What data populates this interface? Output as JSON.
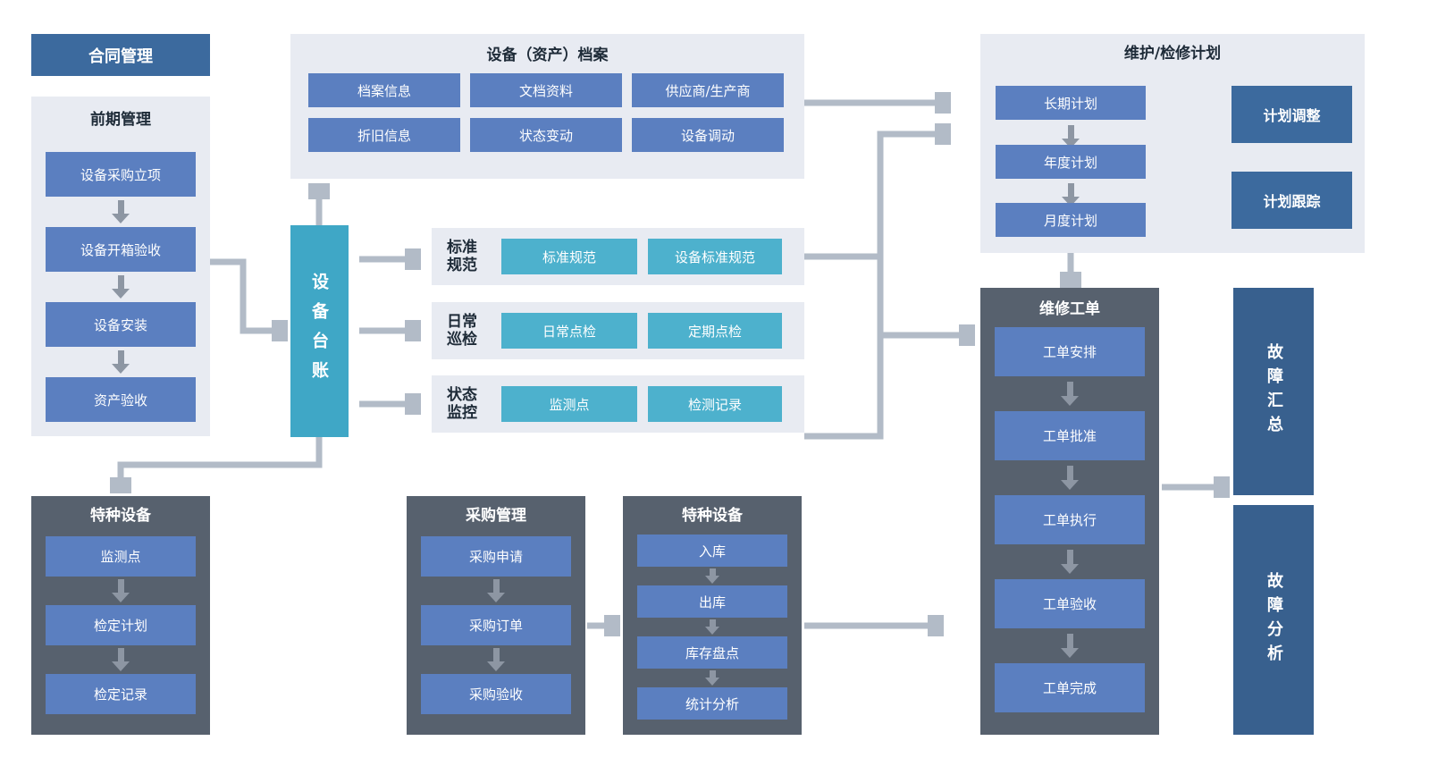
{
  "colors": {
    "panel_light": "#e8ebf2",
    "panel_dark": "#57616e",
    "box_blue": "#5b7fc0",
    "teal": "#3fa7c6",
    "teal_light": "#4db1cd",
    "header_blue": "#3c6a9e",
    "deep_blue": "#38608e",
    "arrow": "#b2bbc7",
    "small_arrow": "#8d96a3",
    "title_dark": "#1e2b38"
  },
  "contract": {
    "title": "合同管理"
  },
  "pre_mgmt": {
    "title": "前期管理",
    "items": [
      "设备采购立项",
      "设备开箱验收",
      "设备安装",
      "资产验收"
    ]
  },
  "asset_archive": {
    "title": "设备（资产）档案",
    "items": [
      "档案信息",
      "文档资料",
      "供应商/生产商",
      "折旧信息",
      "状态变动",
      "设备调动"
    ]
  },
  "ledger": {
    "title": "设备台账"
  },
  "ledger_rows": [
    {
      "label": "标准规范",
      "items": [
        "标准规范",
        "设备标准规范"
      ]
    },
    {
      "label": "日常巡检",
      "items": [
        "日常点检",
        "定期点检"
      ]
    },
    {
      "label": "状态监控",
      "items": [
        "监测点",
        "检测记录"
      ]
    }
  ],
  "maintenance_plan": {
    "title": "维护/检修计划",
    "items": [
      "长期计划",
      "年度计划",
      "月度计划"
    ],
    "side_items": [
      "计划调整",
      "计划跟踪"
    ]
  },
  "work_order": {
    "title": "维修工单",
    "items": [
      "工单安排",
      "工单批准",
      "工单执行",
      "工单验收",
      "工单完成"
    ]
  },
  "fault_summary": {
    "title": "故障汇总"
  },
  "fault_analysis": {
    "title": "故障分析"
  },
  "special_equipment": {
    "title": "特种设备",
    "items": [
      "监测点",
      "检定计划",
      "检定记录"
    ]
  },
  "procurement": {
    "title": "采购管理",
    "items": [
      "采购申请",
      "采购订单",
      "采购验收"
    ]
  },
  "spare_flow": {
    "title": "特种设备",
    "items": [
      "入库",
      "出库",
      "库存盘点",
      "统计分析"
    ]
  }
}
